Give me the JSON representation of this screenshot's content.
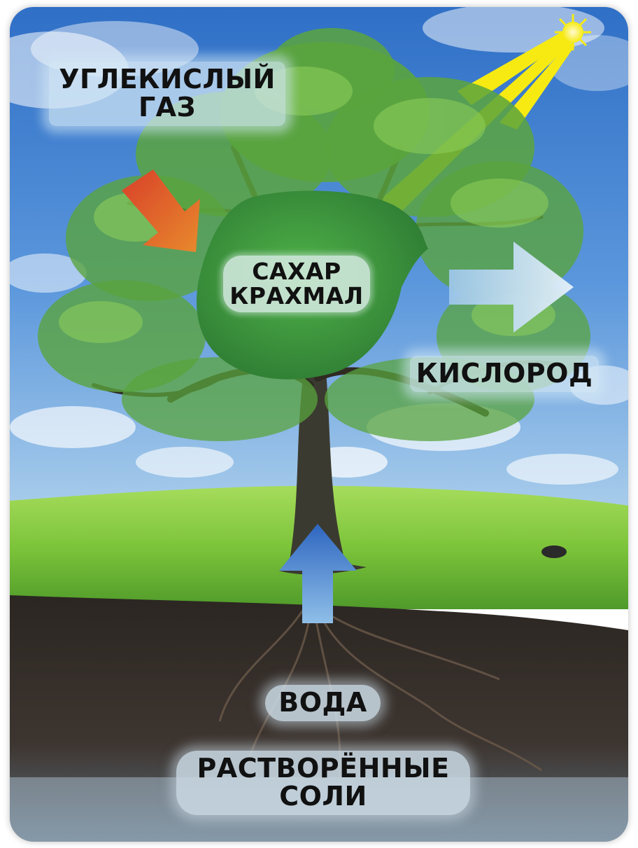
{
  "labels": {
    "carbon_dioxide": {
      "line1": "УГЛЕКИСЛЫЙ",
      "line2": "ГАЗ"
    },
    "sugar_starch": {
      "line1": "САХАР",
      "line2": "КРАХМАЛ"
    },
    "oxygen": "КИСЛОРОД",
    "water": "ВОДА",
    "dissolved_salts": {
      "line1": "РАСТВОРЁННЫЕ",
      "line2": "СОЛИ"
    }
  },
  "colors": {
    "sky": "#3f7fd0",
    "grass": "#7cc43a",
    "soil": "#3a322c",
    "foliage": "#4f9a3a",
    "leaf": "#3e9a3c",
    "sun": "#f6ea12",
    "co2_arrow": "#e0452a",
    "oxygen_arrow": "#cfe4f2",
    "water_arrow": "#3f7fcf"
  },
  "icons": {
    "sun": "sun-icon",
    "co2_arrow": "arrow-down-right-icon",
    "oxygen_arrow": "arrow-right-icon",
    "water_arrow": "arrow-up-icon"
  }
}
